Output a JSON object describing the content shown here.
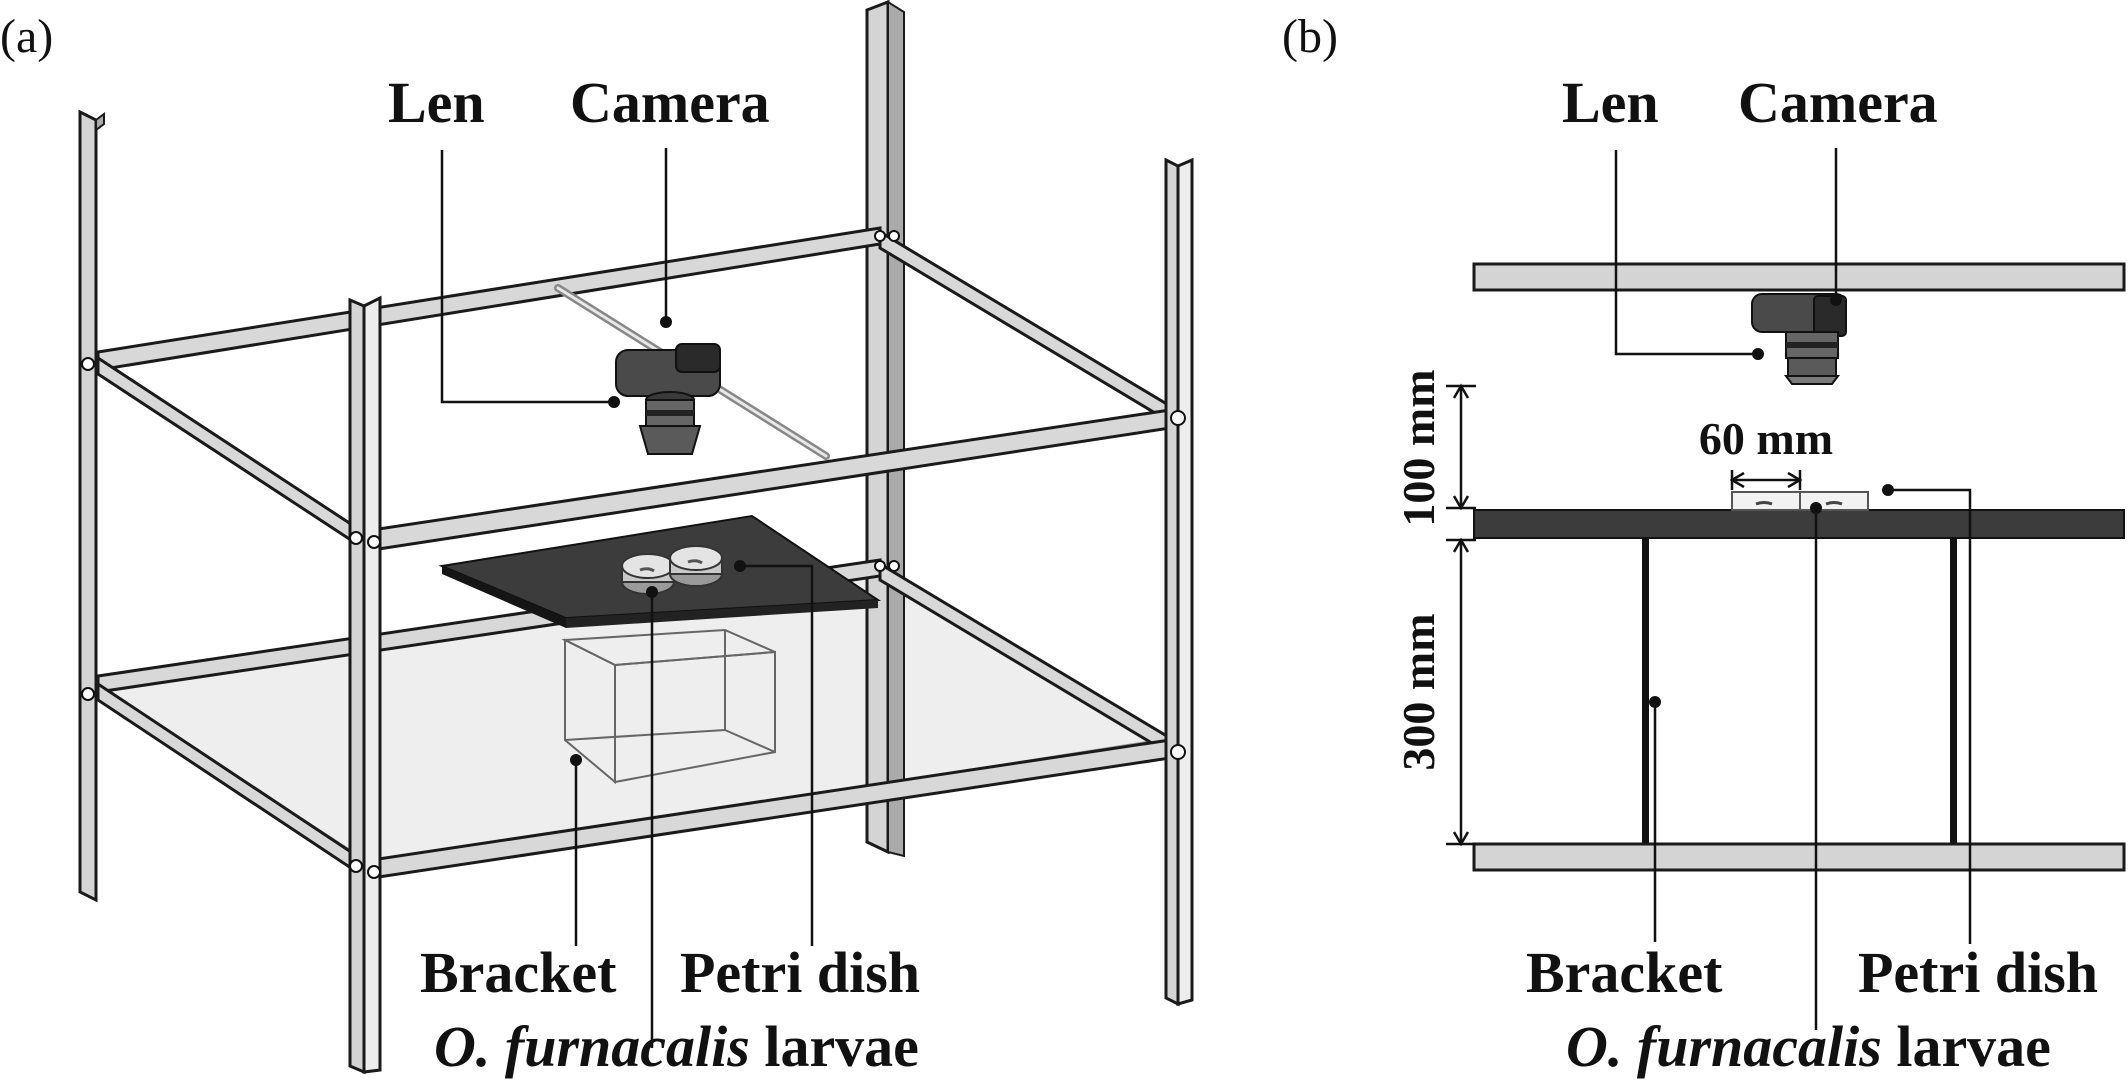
{
  "panels": {
    "a": {
      "label": "(a)",
      "callouts": {
        "len": "Len",
        "camera": "Camera",
        "bracket": "Bracket",
        "petri_dish": "Petri dish",
        "larvae_species": "O. furnacalis",
        "larvae_word": "larvae"
      }
    },
    "b": {
      "label": "(b)",
      "callouts": {
        "len": "Len",
        "camera": "Camera",
        "bracket": "Bracket",
        "petri_dish": "Petri dish",
        "larvae_species": "O. furnacalis",
        "larvae_word": "larvae"
      },
      "dimensions": {
        "camera_height": "100 mm",
        "dish_width": "60 mm",
        "bracket_height": "300 mm"
      }
    }
  },
  "colors": {
    "frame_fill": "#d4d4d4",
    "platform": "#3c3c3c",
    "shelf_glass": "#eeeeee",
    "camera_body": "#4a4a4a"
  }
}
